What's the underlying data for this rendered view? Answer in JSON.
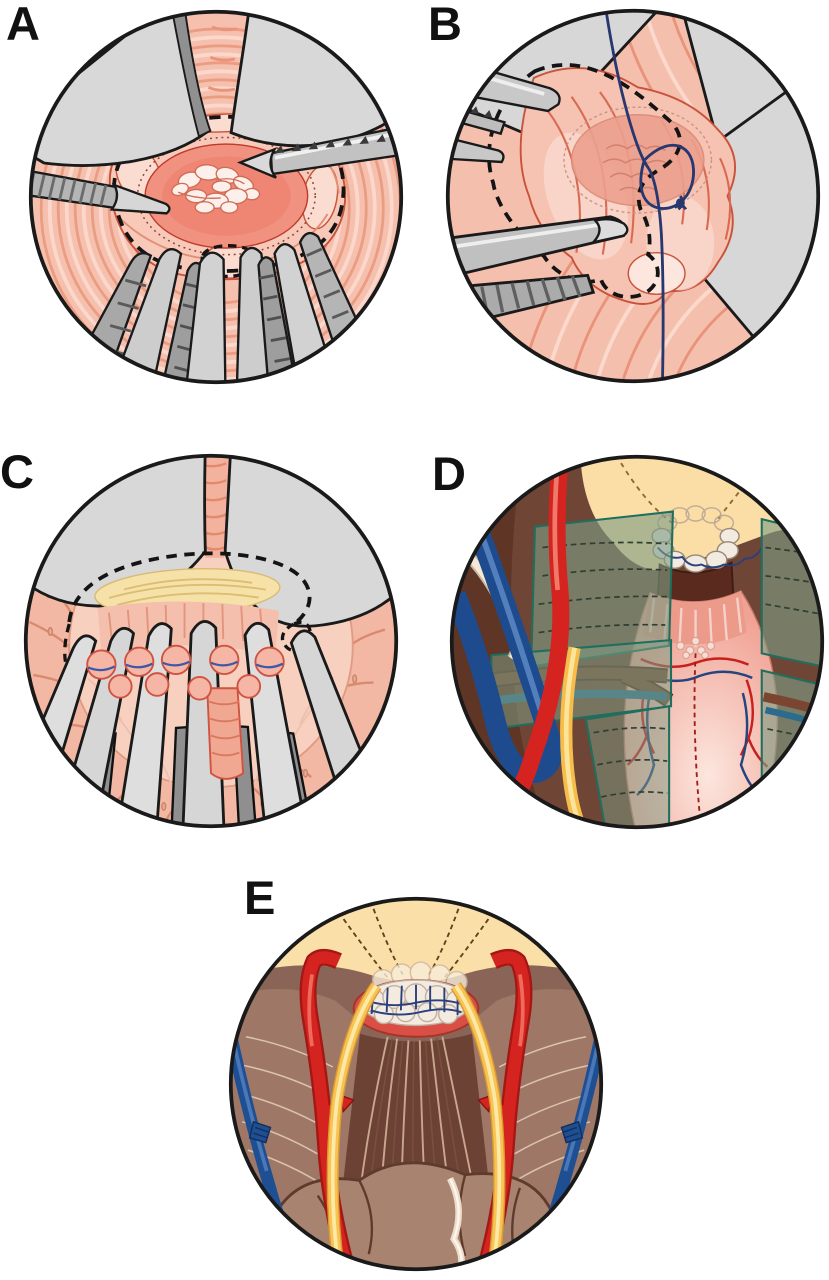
{
  "figure": {
    "panels": [
      {
        "label": "A",
        "name": "lesion-exposure-endoscopic-view"
      },
      {
        "label": "B",
        "name": "traction-suture-and-marked-dissection"
      },
      {
        "label": "C",
        "name": "serial-clamping-and-ligation"
      },
      {
        "label": "D",
        "name": "pelvic-dissection-planes"
      },
      {
        "label": "E",
        "name": "post-excision-pelvic-cavity"
      }
    ],
    "colors": {
      "mucosa_pink": "#f5b7a4",
      "deep_pink": "#ef8f77",
      "tumor_white": "#fdf0ea",
      "instrument_gray": "#d6d6d6",
      "instrument_dark_gray": "#8f8f8f",
      "suture_navy": "#27376f",
      "artery_red": "#d5231f",
      "vein_blue": "#1e4b8e",
      "nerve_yellow": "#f8c254",
      "fascia_teal": "#7e9c84",
      "fat_cream": "#fbdda6",
      "cavity_brown": "#6d4435",
      "outline_black": "#1a1a1a"
    }
  }
}
